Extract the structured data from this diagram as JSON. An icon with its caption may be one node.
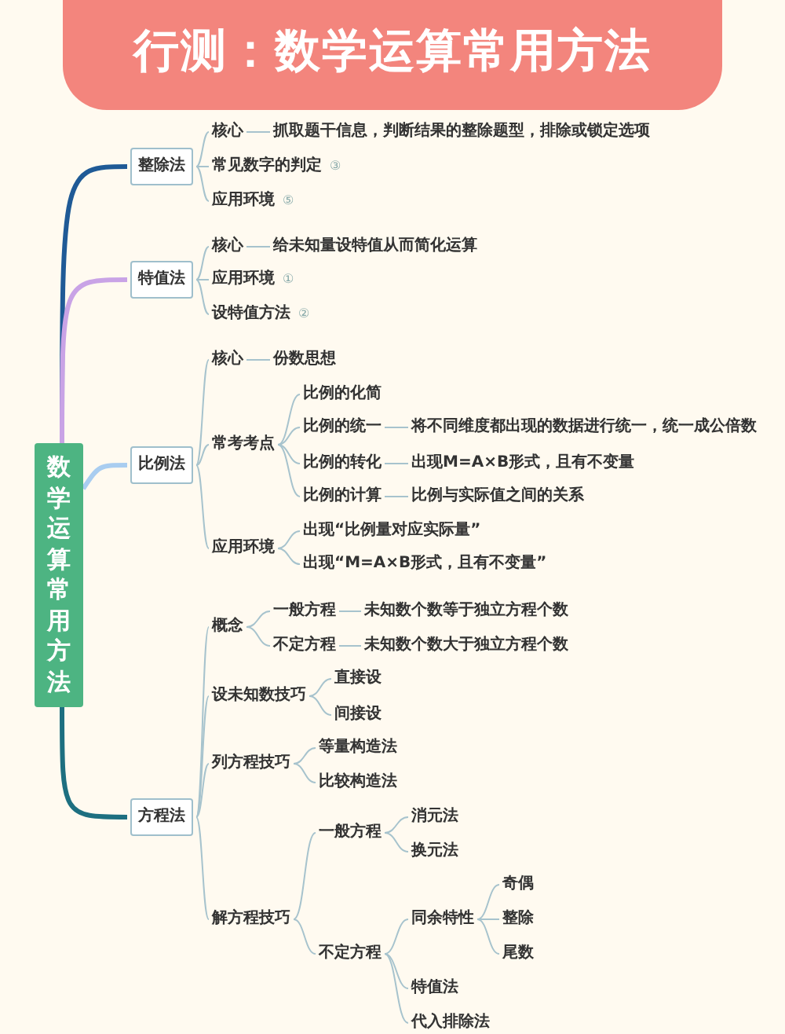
{
  "diagram": {
    "title": "行测：数学运算常用方法",
    "nodes": [
      {
        "text": [
          "数学运算常用方法"
        ]
      },
      {
        "text": [
          "整除法"
        ]
      },
      {
        "text": [
          "核心"
        ]
      },
      {
        "text": [
          "抓取题干信息，判断结果的整除题型，排除或锁定选项"
        ]
      },
      {
        "text": [
          "常见数字的判定"
        ],
        "beside": [
          "③"
        ]
      },
      {
        "text": [
          "应用环境"
        ],
        "beside": [
          "⑤"
        ]
      },
      {
        "text": [
          "特值法"
        ]
      },
      {
        "text": [
          "核心"
        ]
      },
      {
        "text": [
          "给未知量设特值从而简化运算"
        ]
      },
      {
        "text": [
          "应用环境"
        ],
        "beside": [
          "①"
        ]
      },
      {
        "text": [
          "设特值方法"
        ],
        "beside": [
          "②"
        ]
      },
      {
        "text": [
          "比例法"
        ]
      },
      {
        "text": [
          "核心"
        ]
      },
      {
        "text": [
          "份数思想"
        ]
      },
      {
        "text": [
          "常考考点"
        ]
      },
      {
        "text": [
          "比例的化简"
        ]
      },
      {
        "text": [
          "比例的统一"
        ]
      },
      {
        "text": [
          "将不同维度都出现的数据进行统一，统一成公倍数"
        ]
      },
      {
        "text": [
          "比例的转化"
        ]
      },
      {
        "text": [
          "出现M=A×B形式，且有不变量"
        ]
      },
      {
        "text": [
          "比例的计算"
        ]
      },
      {
        "text": [
          "比例与实际值之间的关系"
        ]
      },
      {
        "text": [
          "应用环境"
        ]
      },
      {
        "text": [
          "出现“比例量对应实际量”"
        ]
      },
      {
        "text": [
          "出现“M=A×B形式，且有不变量”"
        ]
      },
      {
        "text": [
          "方程法"
        ]
      },
      {
        "text": [
          "概念"
        ]
      },
      {
        "text": [
          "一般方程"
        ]
      },
      {
        "text": [
          "未知数个数等于独立方程个数"
        ]
      },
      {
        "text": [
          "不定方程"
        ]
      },
      {
        "text": [
          "未知数个数大于独立方程个数"
        ]
      },
      {
        "text": [
          "设未知数技巧"
        ]
      },
      {
        "text": [
          "直接设"
        ]
      },
      {
        "text": [
          "间接设"
        ]
      },
      {
        "text": [
          "列方程技巧"
        ]
      },
      {
        "text": [
          "等量构造法"
        ]
      },
      {
        "text": [
          "比较构造法"
        ]
      },
      {
        "text": [
          "解方程技巧"
        ]
      },
      {
        "text": [
          "一般方程"
        ]
      },
      {
        "text": [
          "消元法"
        ]
      },
      {
        "text": [
          "换元法"
        ]
      },
      {
        "text": [
          "不定方程"
        ]
      },
      {
        "text": [
          "同余特性"
        ]
      },
      {
        "text": [
          "奇偶"
        ]
      },
      {
        "text": [
          "整除"
        ]
      },
      {
        "text": [
          "尾数"
        ]
      },
      {
        "text": [
          "特值法"
        ]
      },
      {
        "text": [
          "代入排除法"
        ]
      }
    ],
    "edges": [
      {
        "from": 0,
        "to": 1,
        "arrow": "none",
        "style": "thick",
        "color": "#1f5a96"
      },
      {
        "from": 1,
        "to": 2,
        "arrow": "none"
      },
      {
        "from": 2,
        "to": 3,
        "arrow": "none"
      },
      {
        "from": 1,
        "to": 4,
        "arrow": "none"
      },
      {
        "from": 1,
        "to": 5,
        "arrow": "none"
      },
      {
        "from": 0,
        "to": 6,
        "arrow": "none",
        "style": "thick",
        "color": "#c9a3e6"
      },
      {
        "from": 6,
        "to": 7,
        "arrow": "none"
      },
      {
        "from": 7,
        "to": 8,
        "arrow": "none"
      },
      {
        "from": 6,
        "to": 9,
        "arrow": "none"
      },
      {
        "from": 6,
        "to": 10,
        "arrow": "none"
      },
      {
        "from": 0,
        "to": 11,
        "arrow": "none",
        "style": "thick",
        "color": "#a9cdf0"
      },
      {
        "from": 11,
        "to": 12,
        "arrow": "none"
      },
      {
        "from": 12,
        "to": 13,
        "arrow": "none"
      },
      {
        "from": 11,
        "to": 14,
        "arrow": "none"
      },
      {
        "from": 14,
        "to": 15,
        "arrow": "none"
      },
      {
        "from": 14,
        "to": 16,
        "arrow": "none"
      },
      {
        "from": 16,
        "to": 17,
        "arrow": "none"
      },
      {
        "from": 14,
        "to": 18,
        "arrow": "none"
      },
      {
        "from": 18,
        "to": 19,
        "arrow": "none"
      },
      {
        "from": 14,
        "to": 20,
        "arrow": "none"
      },
      {
        "from": 20,
        "to": 21,
        "arrow": "none"
      },
      {
        "from": 11,
        "to": 22,
        "arrow": "none"
      },
      {
        "from": 22,
        "to": 23,
        "arrow": "none"
      },
      {
        "from": 22,
        "to": 24,
        "arrow": "none"
      },
      {
        "from": 0,
        "to": 25,
        "arrow": "none",
        "style": "thick",
        "color": "#1d6f80"
      },
      {
        "from": 25,
        "to": 26,
        "arrow": "none"
      },
      {
        "from": 26,
        "to": 27,
        "arrow": "none"
      },
      {
        "from": 27,
        "to": 28,
        "arrow": "none"
      },
      {
        "from": 26,
        "to": 29,
        "arrow": "none"
      },
      {
        "from": 29,
        "to": 30,
        "arrow": "none"
      },
      {
        "from": 25,
        "to": 31,
        "arrow": "none"
      },
      {
        "from": 31,
        "to": 32,
        "arrow": "none"
      },
      {
        "from": 31,
        "to": 33,
        "arrow": "none"
      },
      {
        "from": 25,
        "to": 34,
        "arrow": "none"
      },
      {
        "from": 34,
        "to": 35,
        "arrow": "none"
      },
      {
        "from": 34,
        "to": 36,
        "arrow": "none"
      },
      {
        "from": 25,
        "to": 37,
        "arrow": "none"
      },
      {
        "from": 37,
        "to": 38,
        "arrow": "none"
      },
      {
        "from": 38,
        "to": 39,
        "arrow": "none"
      },
      {
        "from": 38,
        "to": 40,
        "arrow": "none"
      },
      {
        "from": 37,
        "to": 41,
        "arrow": "none"
      },
      {
        "from": 41,
        "to": 42,
        "arrow": "none"
      },
      {
        "from": 42,
        "to": 43,
        "arrow": "none"
      },
      {
        "from": 42,
        "to": 44,
        "arrow": "none"
      },
      {
        "from": 42,
        "to": 45,
        "arrow": "none"
      },
      {
        "from": 41,
        "to": 46,
        "arrow": "none"
      },
      {
        "from": 41,
        "to": 47,
        "arrow": "none"
      }
    ]
  }
}
